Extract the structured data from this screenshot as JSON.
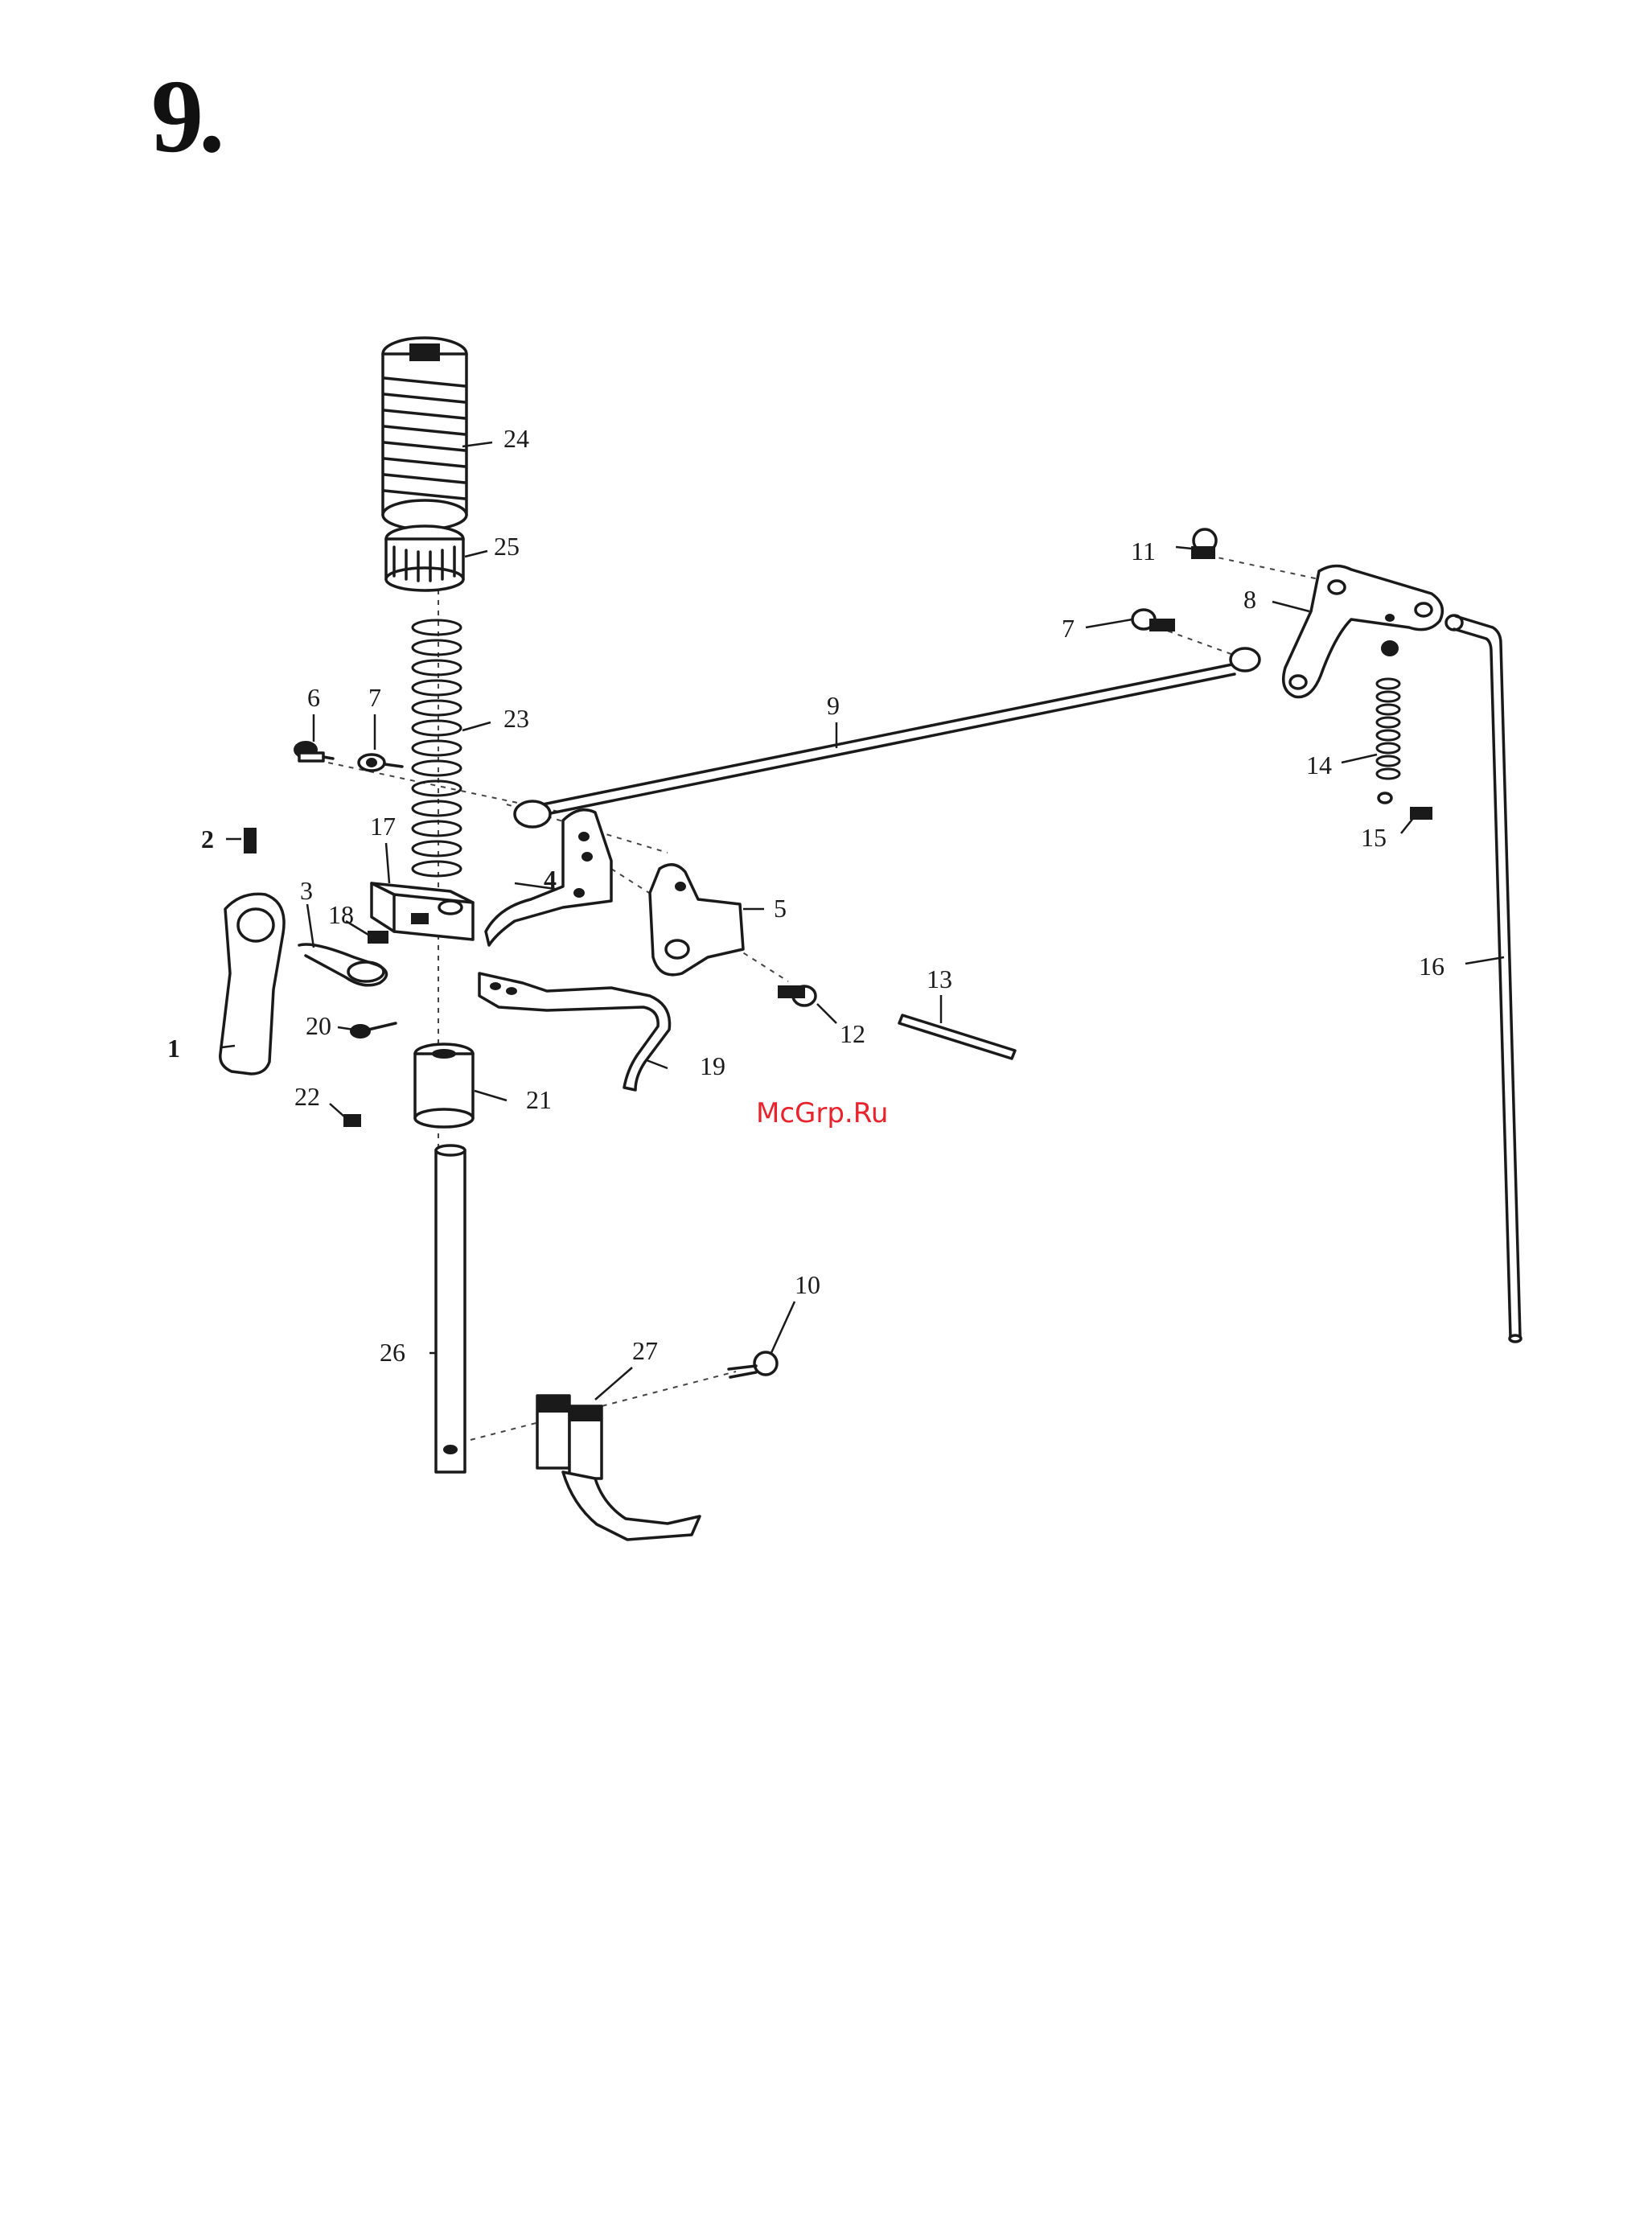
{
  "section_number": "9.",
  "watermark": "McGrp.Ru",
  "callouts": [
    "1",
    "2",
    "3",
    "4",
    "5",
    "6",
    "7",
    "7",
    "8",
    "9",
    "10",
    "11",
    "12",
    "13",
    "14",
    "15",
    "16",
    "17",
    "18",
    "19",
    "20",
    "21",
    "22",
    "23",
    "24",
    "25",
    "26",
    "27"
  ]
}
